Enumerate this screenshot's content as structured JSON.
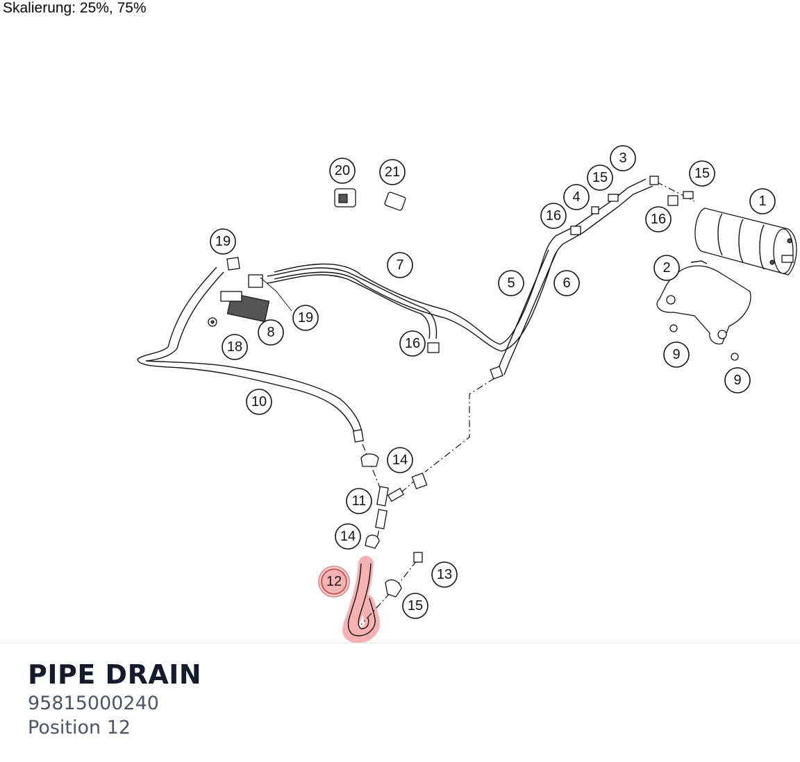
{
  "header": {
    "scale_text": "Skalierung: 25%, 75%"
  },
  "diagram": {
    "callouts": [
      {
        "label": "1"
      },
      {
        "label": "2"
      },
      {
        "label": "3"
      },
      {
        "label": "4"
      },
      {
        "label": "5"
      },
      {
        "label": "6"
      },
      {
        "label": "7"
      },
      {
        "label": "8"
      },
      {
        "label": "9"
      },
      {
        "label": "9"
      },
      {
        "label": "10"
      },
      {
        "label": "11"
      },
      {
        "label": "12",
        "highlighted": true
      },
      {
        "label": "13"
      },
      {
        "label": "14"
      },
      {
        "label": "14"
      },
      {
        "label": "15"
      },
      {
        "label": "15"
      },
      {
        "label": "15"
      },
      {
        "label": "16"
      },
      {
        "label": "16"
      },
      {
        "label": "16"
      },
      {
        "label": "18"
      },
      {
        "label": "19"
      },
      {
        "label": "19"
      },
      {
        "label": "20"
      },
      {
        "label": "21"
      }
    ],
    "highlight_color": "#f08080"
  },
  "part": {
    "name": "PIPE DRAIN",
    "number": "95815000240",
    "position": "Position 12"
  }
}
